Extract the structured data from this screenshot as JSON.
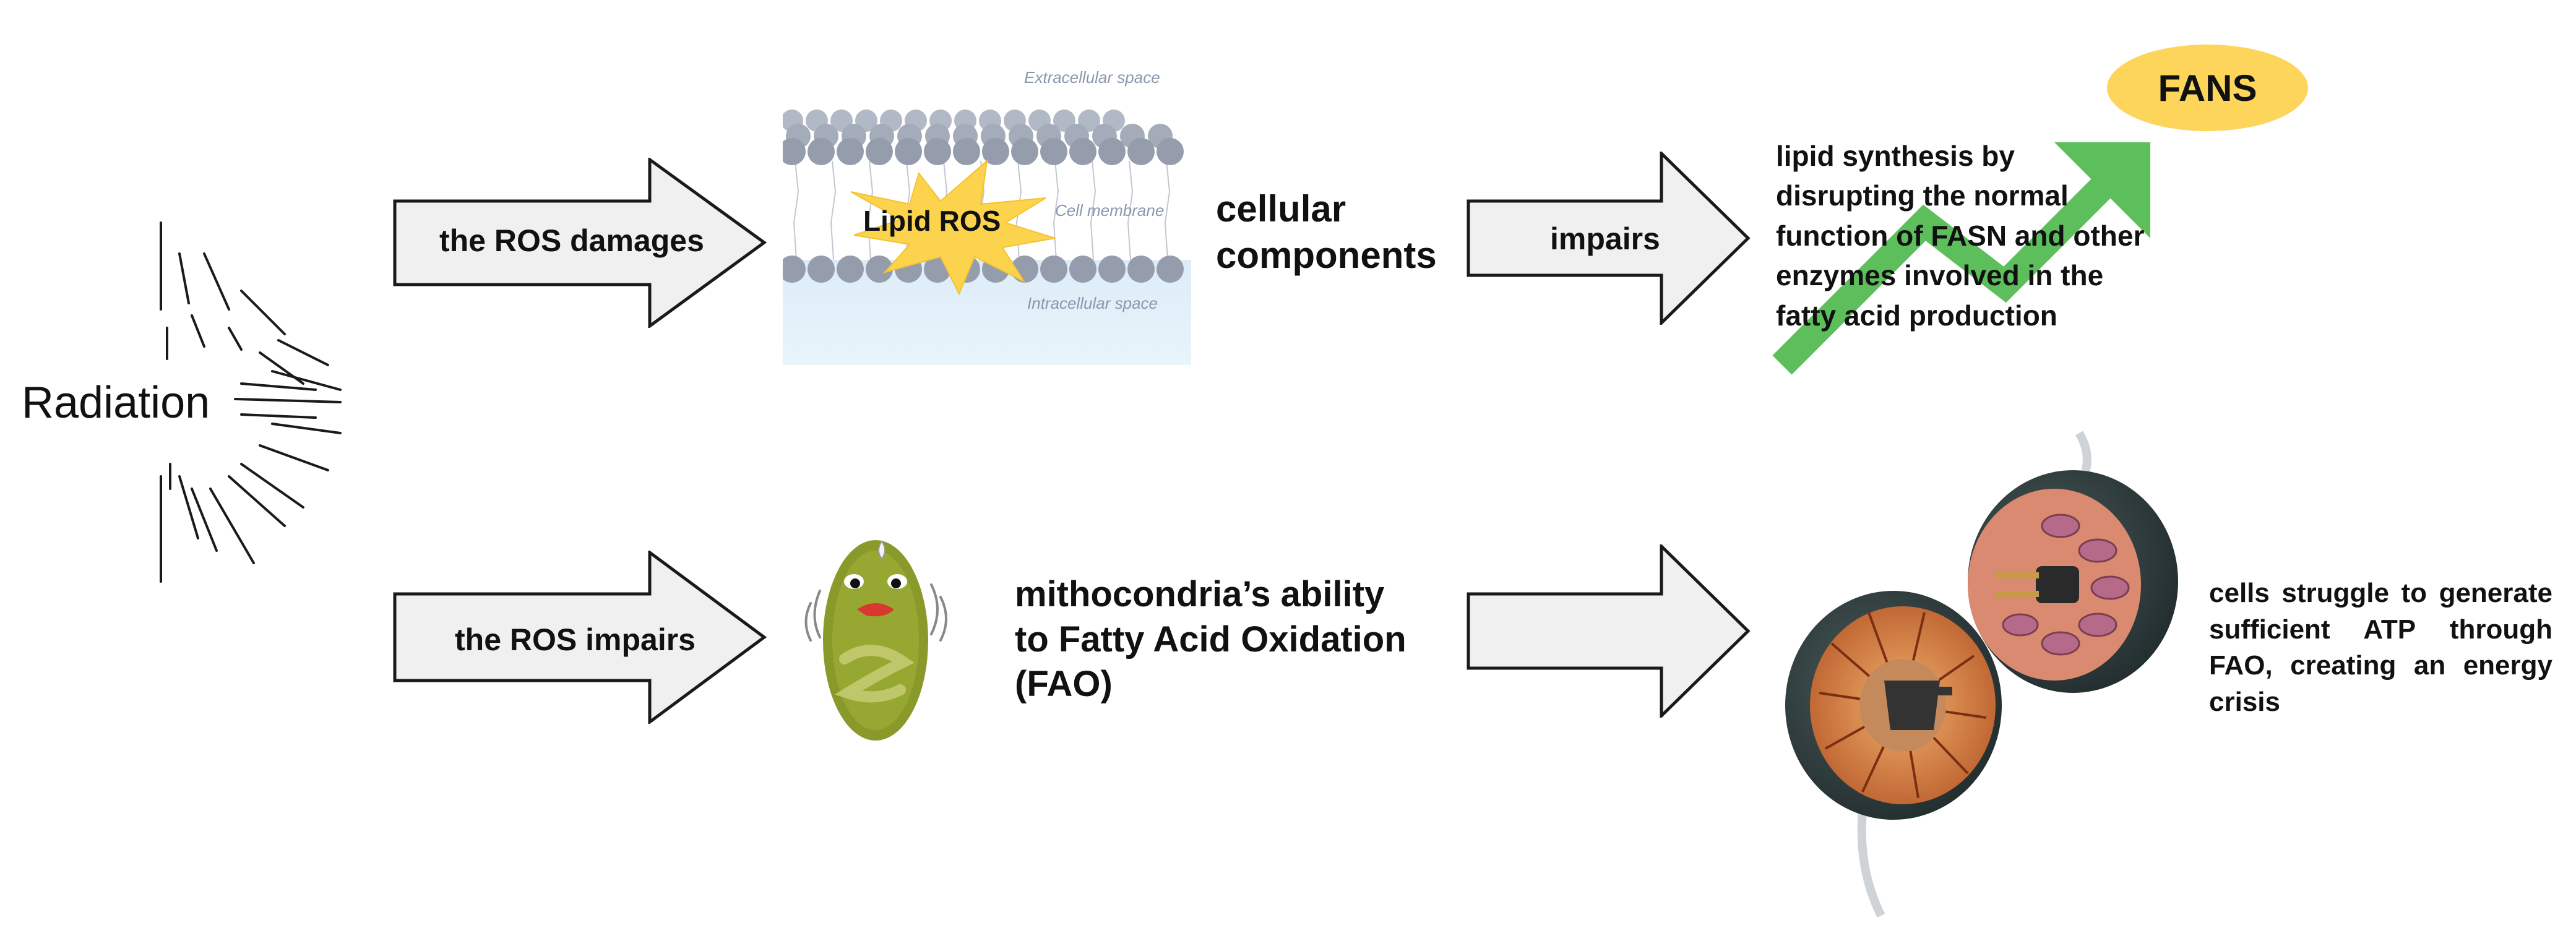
{
  "source": {
    "label": "Radiation"
  },
  "top_row": {
    "arrow1_label": "the ROS damages",
    "membrane": {
      "extracellular_label": "Extracellular space",
      "cell_membrane_label": "Cell membrane",
      "intracellular_label": "Intracellular space",
      "burst_label": "Lipid ROS"
    },
    "target_text": {
      "line1": "cellular",
      "line2": "components"
    },
    "arrow2_label": "impairs",
    "badge_label": "FANS",
    "result_lines": [
      "lipid synthesis by",
      "disrupting the normal",
      "function of FASN and other",
      "enzymes involved in the",
      "fatty acid production"
    ]
  },
  "bottom_row": {
    "arrow1_label": "the ROS impairs",
    "target_text": {
      "line1": "mithocondria’s ability",
      "line2": "to Fatty Acid Oxidation",
      "line3": "(FAO)"
    },
    "arrow2_label": "",
    "result_text": "cells struggle to generate sufficient ATP through FAO, creating an energy crisis"
  },
  "colors": {
    "arrow_fill": "#f0f0f0",
    "arrow_stroke": "#1a1a1a",
    "burst_fill": "#fcd34d",
    "badge_fill": "#fcd55a",
    "growth_arrow": "#5cbf5c",
    "lipid_head": "#9aa3b2",
    "mito_green": "#8a9a2a"
  }
}
